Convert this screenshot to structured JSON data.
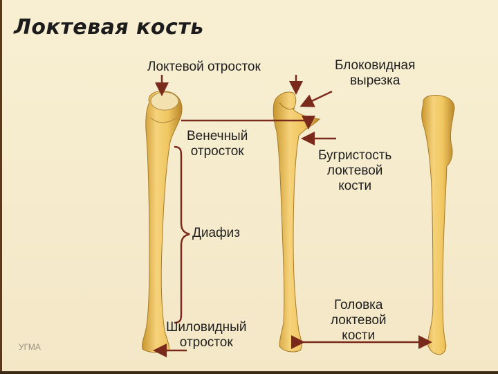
{
  "title": "Локтевая кость",
  "watermark": "УГМА",
  "labels": {
    "olecranon": "Локтевой отросток",
    "trochlear_notch": "Блоковидная\nвырезка",
    "coronoid_process": "Венечный\nотросток",
    "tuberosity": "Бугристость\nлоктевой\nкости",
    "shaft": "Диафиз",
    "styloid_process": "Шиловидный\nотросток",
    "head": "Головка\nлоктевой\nкости"
  },
  "colors": {
    "background": "#f6edcf",
    "bone": "#f0c660",
    "bone_shadow": "#c8962e",
    "arrow": "#7a2a1a"
  }
}
